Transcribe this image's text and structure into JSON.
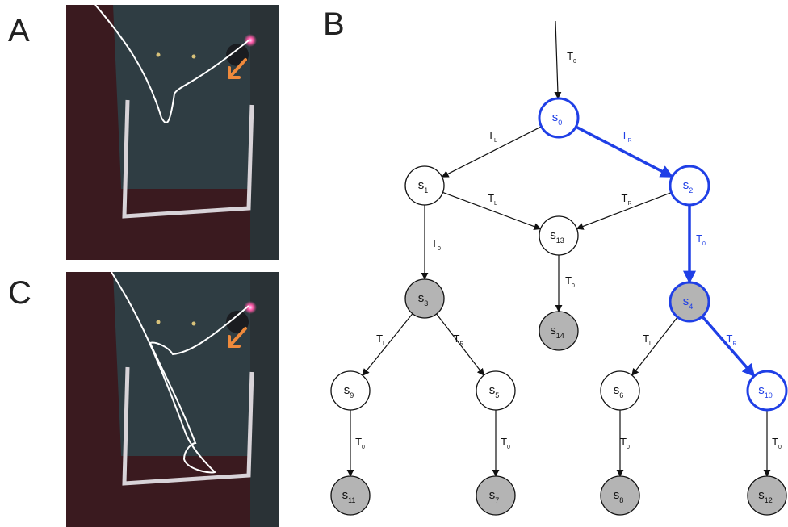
{
  "panels": {
    "a": "A",
    "b": "B",
    "c": "C"
  },
  "colors": {
    "highlight": "#1f3fe6",
    "default": "#111111",
    "terminal_fill": "#b4b4b4",
    "photo_bg": "#2f3d43",
    "photo_red": "#3a1a1f",
    "trace": "#ffffff",
    "arrow": "#ef8a3c",
    "marker": "#d8c27a"
  },
  "graph": {
    "nodes": [
      {
        "id": "s0",
        "base": "s",
        "sub": "0",
        "terminal": false,
        "highlight": true
      },
      {
        "id": "s1",
        "base": "s",
        "sub": "1",
        "terminal": false,
        "highlight": false
      },
      {
        "id": "s2",
        "base": "s",
        "sub": "2",
        "terminal": false,
        "highlight": true
      },
      {
        "id": "s13",
        "base": "s",
        "sub": "13",
        "terminal": false,
        "highlight": false
      },
      {
        "id": "s3",
        "base": "s",
        "sub": "3",
        "terminal": true,
        "highlight": false
      },
      {
        "id": "s14",
        "base": "s",
        "sub": "14",
        "terminal": true,
        "highlight": false
      },
      {
        "id": "s4",
        "base": "s",
        "sub": "4",
        "terminal": true,
        "highlight": true
      },
      {
        "id": "s9",
        "base": "s",
        "sub": "9",
        "terminal": false,
        "highlight": false
      },
      {
        "id": "s5",
        "base": "s",
        "sub": "5",
        "terminal": false,
        "highlight": false
      },
      {
        "id": "s6",
        "base": "s",
        "sub": "6",
        "terminal": false,
        "highlight": false
      },
      {
        "id": "s10",
        "base": "s",
        "sub": "10",
        "terminal": false,
        "highlight": true
      },
      {
        "id": "s11",
        "base": "s",
        "sub": "11",
        "terminal": true,
        "highlight": false
      },
      {
        "id": "s7",
        "base": "s",
        "sub": "7",
        "terminal": true,
        "highlight": false
      },
      {
        "id": "s8",
        "base": "s",
        "sub": "8",
        "terminal": true,
        "highlight": false
      },
      {
        "id": "s12",
        "base": "s",
        "sub": "12",
        "terminal": true,
        "highlight": false
      }
    ],
    "edges": [
      {
        "from": "start",
        "to": "s0",
        "base": "T",
        "sub": "0",
        "highlight": false
      },
      {
        "from": "s0",
        "to": "s1",
        "base": "T",
        "sub": "L",
        "highlight": false
      },
      {
        "from": "s0",
        "to": "s2",
        "base": "T",
        "sub": "R",
        "highlight": true
      },
      {
        "from": "s1",
        "to": "s13",
        "base": "T",
        "sub": "L",
        "highlight": false
      },
      {
        "from": "s2",
        "to": "s13",
        "base": "T",
        "sub": "R",
        "highlight": false
      },
      {
        "from": "s1",
        "to": "s3",
        "base": "T",
        "sub": "0",
        "highlight": false
      },
      {
        "from": "s13",
        "to": "s14",
        "base": "T",
        "sub": "0",
        "highlight": false
      },
      {
        "from": "s2",
        "to": "s4",
        "base": "T",
        "sub": "0",
        "highlight": true
      },
      {
        "from": "s3",
        "to": "s9",
        "base": "T",
        "sub": "L",
        "highlight": false
      },
      {
        "from": "s3",
        "to": "s5",
        "base": "T",
        "sub": "R",
        "highlight": false
      },
      {
        "from": "s4",
        "to": "s6",
        "base": "T",
        "sub": "L",
        "highlight": false
      },
      {
        "from": "s4",
        "to": "s10",
        "base": "T",
        "sub": "R",
        "highlight": true
      },
      {
        "from": "s9",
        "to": "s11",
        "base": "T",
        "sub": "0",
        "highlight": false
      },
      {
        "from": "s5",
        "to": "s7",
        "base": "T",
        "sub": "0",
        "highlight": false
      },
      {
        "from": "s6",
        "to": "s8",
        "base": "T",
        "sub": "0",
        "highlight": false
      },
      {
        "from": "s10",
        "to": "s12",
        "base": "T",
        "sub": "0",
        "highlight": false
      }
    ]
  }
}
